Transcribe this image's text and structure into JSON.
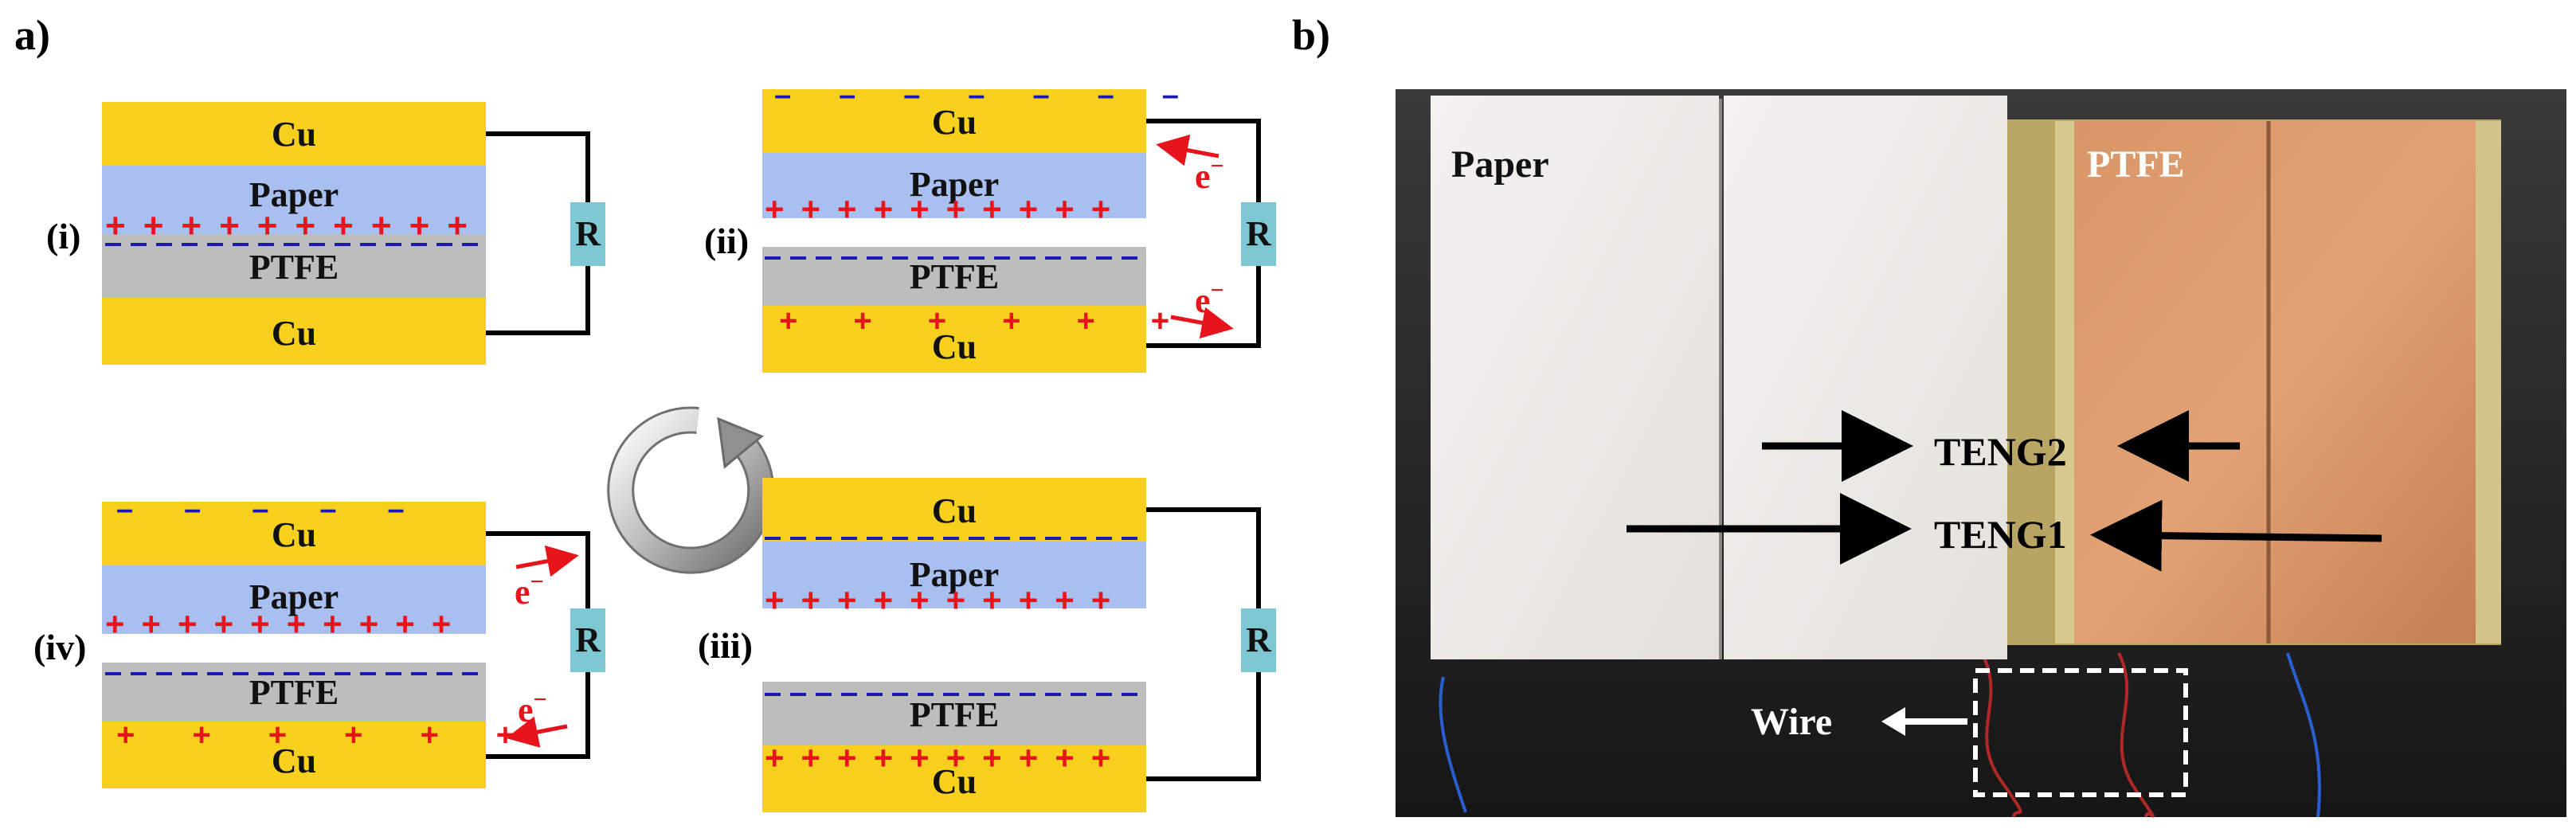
{
  "panels": {
    "a": "a)",
    "b": "b)"
  },
  "layers": {
    "cu": "Cu",
    "paper": "Paper",
    "ptfe": "PTFE"
  },
  "resistor": "R",
  "electron": "e",
  "electron_sup": "−",
  "stages": {
    "i": "(i)",
    "ii": "(ii)",
    "iii": "(iii)",
    "iv": "(iv)"
  },
  "photo": {
    "paper_label": "Paper",
    "ptfe_label": "PTFE",
    "teng2": "TENG2",
    "teng1": "TENG1",
    "wire": "Wire"
  },
  "colors": {
    "cu": "#F7D01E",
    "paper": "#A9BFF0",
    "ptfe": "#BDBDBD",
    "resistor": "#7EC8D4",
    "positive": "#E8141C",
    "negative": "#1A1AB0",
    "electron": "#E8141C"
  }
}
